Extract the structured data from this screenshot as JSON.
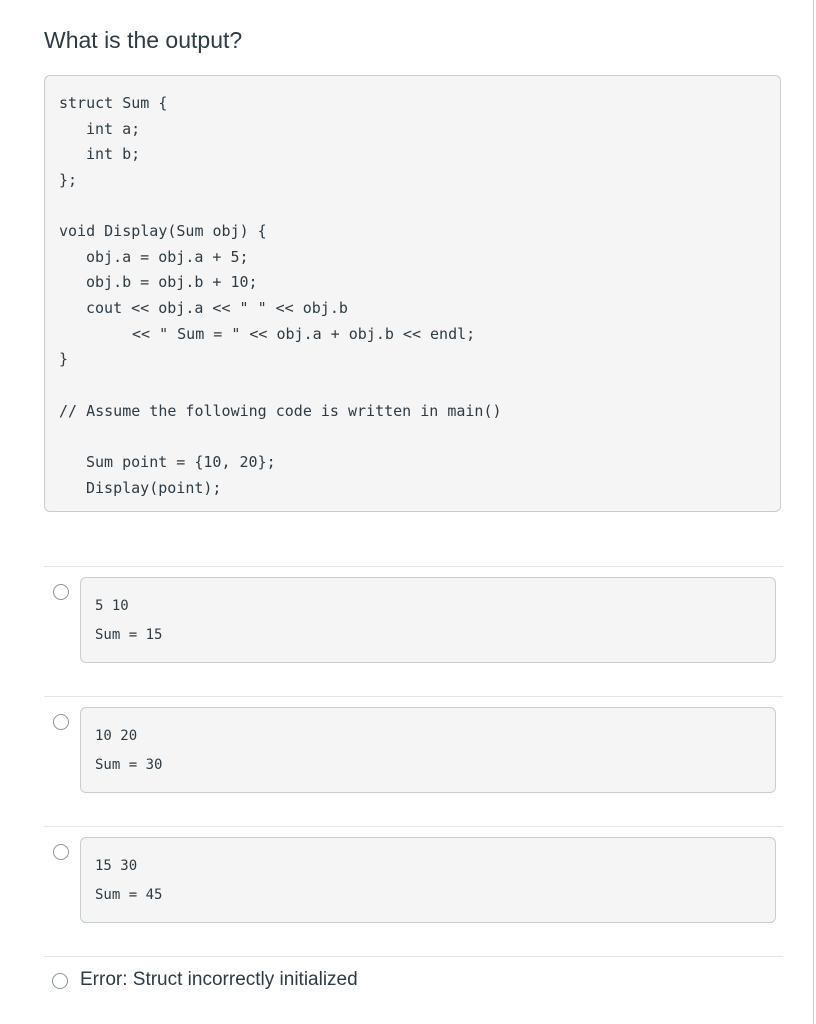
{
  "question": {
    "title": "What is the output?",
    "code_lines": [
      "struct Sum {",
      "int a;",
      "int b;",
      "};",
      "void Display(Sum obj) {",
      "obj.a = obj.a + 5;",
      "obj.b = obj.b + 10;",
      "cout << obj.a << \" \" << obj.b",
      "<< \" Sum = \" << obj.a + obj.b << endl;",
      "}",
      "// Assume the following code is written in main()",
      "Sum point = {10, 20};",
      "Display(point);"
    ]
  },
  "answers": [
    {
      "lines": [
        "5 10",
        "Sum = 15"
      ],
      "selected": false
    },
    {
      "lines": [
        "10 20",
        "Sum = 30"
      ],
      "selected": false
    },
    {
      "lines": [
        "15 30",
        "Sum = 45"
      ],
      "selected": false
    },
    {
      "text": "Error: Struct incorrectly initialized",
      "selected": false
    }
  ]
}
